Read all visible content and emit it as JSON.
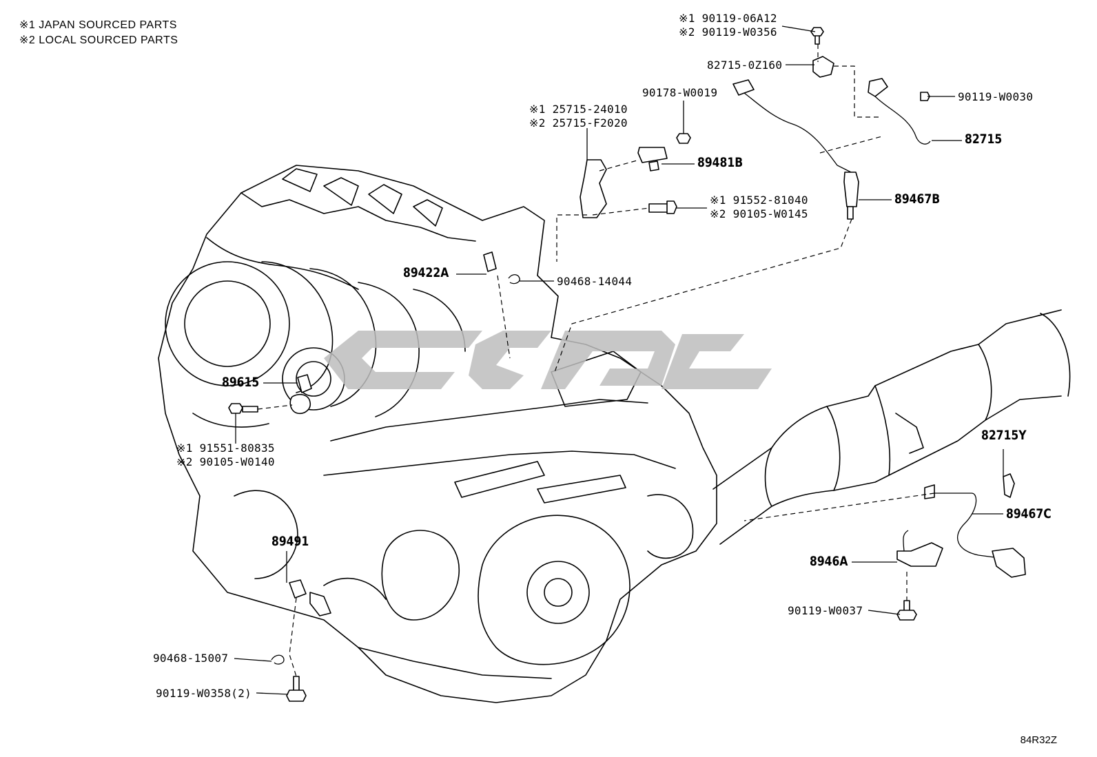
{
  "notes": {
    "japan": "※1 JAPAN SOURCED PARTS",
    "local": "※2 LOCAL SOURCED PARTS"
  },
  "labels": {
    "bolt_top_jp": "※1 90119-06A12",
    "bolt_top_local": "※2 90119-W0356",
    "bracket_82715_0Z160": "82715-0Z160",
    "bolt_90119_W0030": "90119-W0030",
    "clamp_82715": "82715",
    "nut_90178_W0019": "90178-W0019",
    "bracket_jp": "※1 25715-24010",
    "bracket_local": "※2 25715-F2020",
    "sensor_89481B": "89481B",
    "bolt_right_jp": "※1 91552-81040",
    "bolt_right_local": "※2 90105-W0145",
    "sensor_89467B": "89467B",
    "sensor_89422A": "89422A",
    "clip_90468_14044": "90468-14044",
    "sensor_89615": "89615",
    "bolt_left_jp": "※1 91551-80835",
    "bolt_left_local": "※2 90105-W0140",
    "clamp_82715Y": "82715Y",
    "sensor_89467C": "89467C",
    "sensor_89491": "89491",
    "bracket_8946A": "8946A",
    "bolt_90119_W0037": "90119-W0037",
    "clip_90468_15007": "90468-15007",
    "bolt_90119_W0358": "90119-W0358(2)"
  },
  "diagram_code": "84R32Z"
}
